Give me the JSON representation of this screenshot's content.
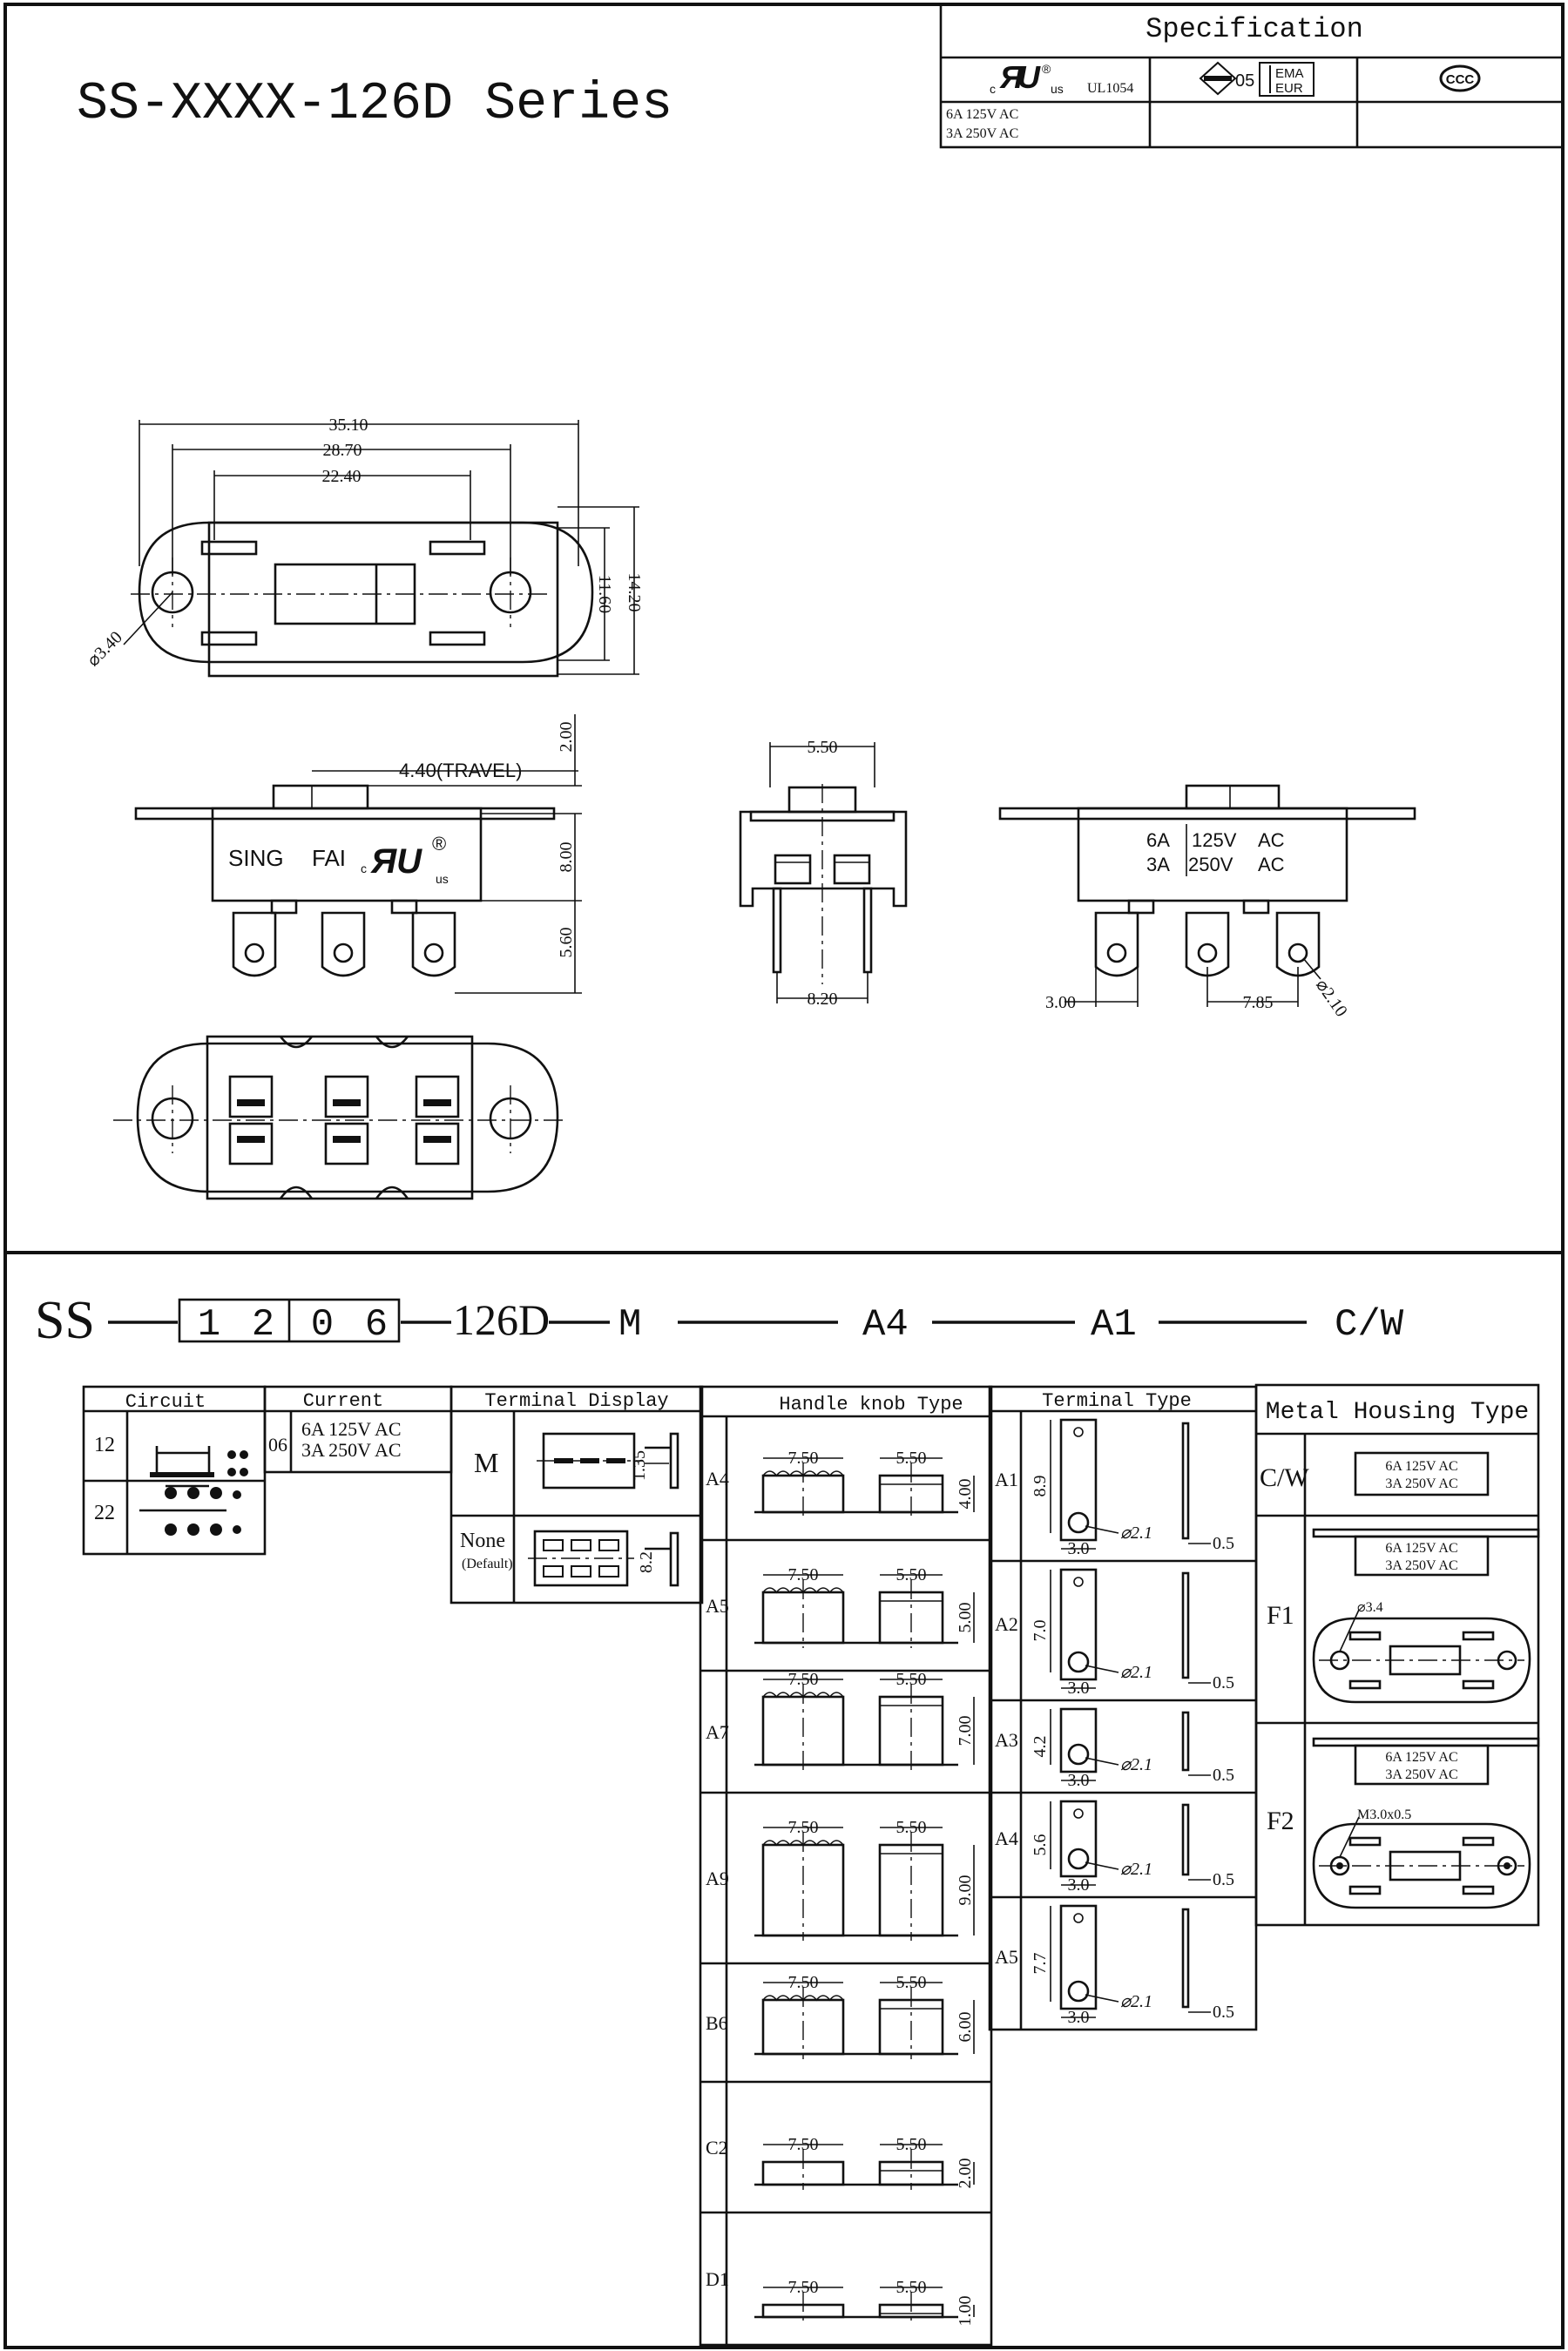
{
  "title": "SS-XXXX-126D Series",
  "spec": {
    "header": "Specification",
    "ul_mark": "c UL us",
    "ul_std": "UL1054",
    "enec_mark": "ENEC 05 KEMA KEUR",
    "ccc_mark": "CCC",
    "ratings": [
      "6A 125V AC",
      "3A 250V AC"
    ]
  },
  "views": {
    "top_dims": [
      "35.10",
      "28.70",
      "22.40",
      "11.60",
      "14.20",
      "⌀3.40"
    ],
    "front_dims": [
      "4.40(TRAVEL)",
      "2.00",
      "8.00",
      "5.60"
    ],
    "front_marking": [
      "SING",
      "FAI",
      "c",
      "us"
    ],
    "side_dims": [
      "5.50",
      "8.20"
    ],
    "back_marking": [
      "6A",
      "125V",
      "AC",
      "3A",
      "250V",
      "AC"
    ],
    "back_dims": [
      "3.00",
      "7.85",
      "⌀2.10"
    ]
  },
  "part_code": {
    "prefix": "SS",
    "digits": [
      "1",
      "2",
      "0",
      "6"
    ],
    "segments": [
      "126D",
      "M",
      "A4",
      "A1",
      "C/W"
    ]
  },
  "tables": {
    "circuit": {
      "header": "Circuit",
      "rows": [
        "12",
        "22"
      ]
    },
    "current": {
      "header": "Current",
      "code": "06",
      "lines": [
        "6A 125V AC",
        "3A 250V AC"
      ]
    },
    "terminal_display": {
      "header": "Terminal Display",
      "rows": [
        {
          "code": "M",
          "dim": "1.35"
        },
        {
          "code": "None",
          "sub": "(Default)",
          "dim": "8.2"
        }
      ]
    },
    "handle_knob": {
      "header": "Handle knob Type",
      "rows": [
        {
          "code": "A4",
          "w1": "7.50",
          "w2": "5.50",
          "h": "4.00"
        },
        {
          "code": "A5",
          "w1": "7.50",
          "w2": "5.50",
          "h": "5.00"
        },
        {
          "code": "A7",
          "w1": "7.50",
          "w2": "5.50",
          "h": "7.00"
        },
        {
          "code": "A9",
          "w1": "7.50",
          "w2": "5.50",
          "h": "9.00"
        },
        {
          "code": "B6",
          "w1": "7.50",
          "w2": "5.50",
          "h": "6.00"
        },
        {
          "code": "C2",
          "w1": "7.50",
          "w2": "5.50",
          "h": "2.00"
        },
        {
          "code": "D1",
          "w1": "7.50",
          "w2": "5.50",
          "h": "1.00"
        }
      ]
    },
    "terminal_type": {
      "header": "Terminal Type",
      "rows": [
        {
          "code": "A1",
          "len": "8.9",
          "hole": "⌀2.1",
          "w": "3.0",
          "t": "0.5"
        },
        {
          "code": "A2",
          "len": "7.0",
          "hole": "⌀2.1",
          "w": "3.0",
          "t": "0.5"
        },
        {
          "code": "A3",
          "len": "4.2",
          "hole": "⌀2.1",
          "w": "3.0",
          "t": "0.5"
        },
        {
          "code": "A4",
          "len": "5.6",
          "hole": "⌀2.1",
          "w": "3.0",
          "t": "0.5"
        },
        {
          "code": "A5",
          "len": "7.7",
          "hole": "⌀2.1",
          "w": "3.0",
          "t": "0.5"
        }
      ]
    },
    "metal_housing": {
      "header": "Metal Housing Type",
      "rows": [
        {
          "code": "C/W",
          "lines": [
            "6A 125V AC",
            "3A 250V AC"
          ]
        },
        {
          "code": "F1",
          "lines": [
            "6A 125V AC",
            "3A 250V AC"
          ],
          "hole": "⌀3.4"
        },
        {
          "code": "F2",
          "lines": [
            "6A 125V AC",
            "3A 250V AC"
          ],
          "hole": "M3.0x0.5"
        }
      ]
    }
  }
}
